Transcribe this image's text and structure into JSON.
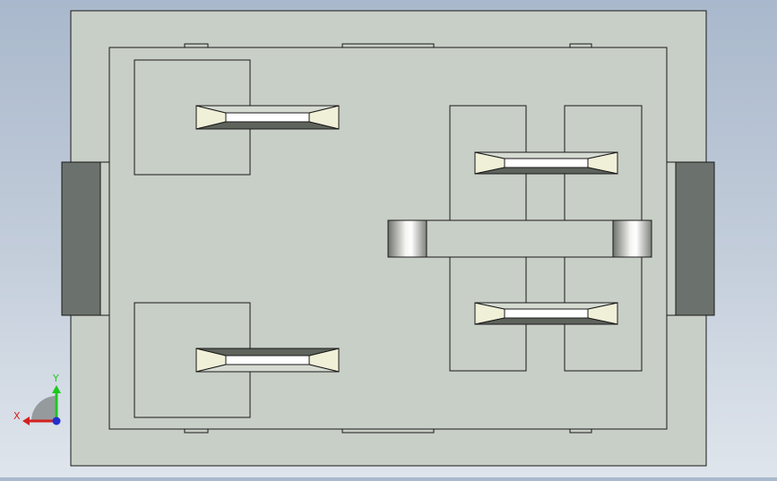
{
  "view": {
    "name": "front",
    "background_top": "#a9b8cc",
    "background_bottom": "#dfe5ec",
    "part_fill": "#c8cfc6",
    "edge_color": "#1a1a1a",
    "dark_side_fill": "#6b716c",
    "bracket_fill": "#f0f0d8"
  },
  "triad": {
    "x_label": "X",
    "y_label": "Y",
    "x_color": "#d42020",
    "y_color": "#1ec81e",
    "z_color": "#2030d0"
  }
}
